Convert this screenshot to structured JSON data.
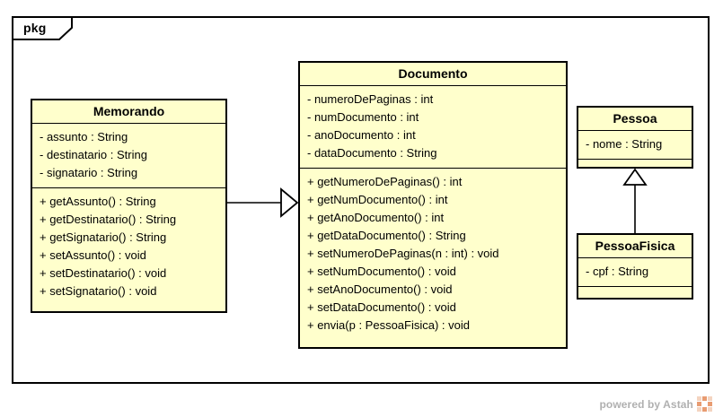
{
  "diagram": {
    "type": "uml-class-diagram",
    "package_label": "pkg",
    "background_color": "#ffffff",
    "class_fill_color": "#ffffcc",
    "class_border_color": "#000000"
  },
  "classes": {
    "memorando": {
      "name": "Memorando",
      "attributes": [
        "- assunto : String",
        "- destinatario : String",
        "- signatario : String"
      ],
      "operations": [
        "+ getAssunto() : String",
        "+ getDestinatario() : String",
        "+ getSignatario() : String",
        "+ setAssunto() : void",
        "+ setDestinatario() : void",
        "+ setSignatario() : void"
      ]
    },
    "documento": {
      "name": "Documento",
      "attributes": [
        "- numeroDePaginas : int",
        "- numDocumento : int",
        "- anoDocumento : int",
        "- dataDocumento : String"
      ],
      "operations": [
        "+ getNumeroDePaginas() : int",
        "+ getNumDocumento() : int",
        "+ getAnoDocumento() : int",
        "+ getDataDocumento() : String",
        "+ setNumeroDePaginas(n : int) : void",
        "+ setNumDocumento() : void",
        "+ setAnoDocumento() : void",
        "+ setDataDocumento() : void",
        "+ envia(p : PessoaFisica) : void"
      ]
    },
    "pessoa": {
      "name": "Pessoa",
      "attributes": [
        "- nome : String"
      ],
      "operations": []
    },
    "pessoafisica": {
      "name": "PessoaFisica",
      "attributes": [
        "- cpf : String"
      ],
      "operations": []
    }
  },
  "relationships": [
    {
      "id": "memorando-to-documento",
      "kind": "generalization",
      "source": "Memorando",
      "target": "Documento",
      "label": ""
    },
    {
      "id": "pessoafisica-to-pessoa",
      "kind": "generalization",
      "source": "PessoaFisica",
      "target": "Pessoa",
      "label": ""
    }
  ],
  "watermark": {
    "text": "powered by Astah",
    "color": "#b0b0b0",
    "logo_color": "#e58b5a"
  }
}
